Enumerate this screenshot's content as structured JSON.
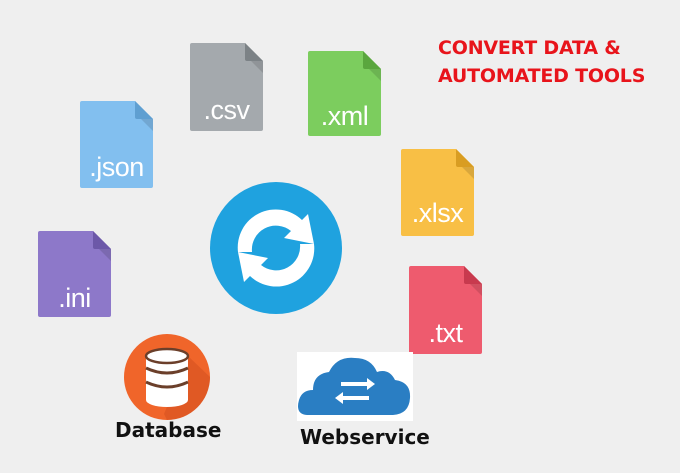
{
  "headline": {
    "line1": "CONVERT DATA &",
    "line2": "AUTOMATED TOOLS",
    "color": "#e8141b"
  },
  "files": [
    {
      "ext": ".csv",
      "color": "#a4a9ad",
      "fold": "#7c8286",
      "icon": "csv-file-icon"
    },
    {
      "ext": ".xml",
      "color": "#7ccd5e",
      "fold": "#5aa63e",
      "icon": "xml-file-icon"
    },
    {
      "ext": ".json",
      "color": "#82bfef",
      "fold": "#5f9fd1",
      "icon": "json-file-icon"
    },
    {
      "ext": ".xlsx",
      "color": "#f8bf45",
      "fold": "#d99d22",
      "icon": "xlsx-file-icon"
    },
    {
      "ext": ".ini",
      "color": "#8d78c9",
      "fold": "#6c58a8",
      "icon": "ini-file-icon"
    },
    {
      "ext": ".txt",
      "color": "#ee5b6e",
      "fold": "#c83a4e",
      "icon": "txt-file-icon"
    }
  ],
  "sync": {
    "color": "#1fa2df",
    "icon": "sync-arrows-icon"
  },
  "database": {
    "caption": "Database",
    "badge": "#f0652a",
    "icon": "database-icon"
  },
  "webservice": {
    "caption": "Webservice",
    "cloud": "#2a7ec3",
    "icon": "cloud-transfer-icon"
  }
}
